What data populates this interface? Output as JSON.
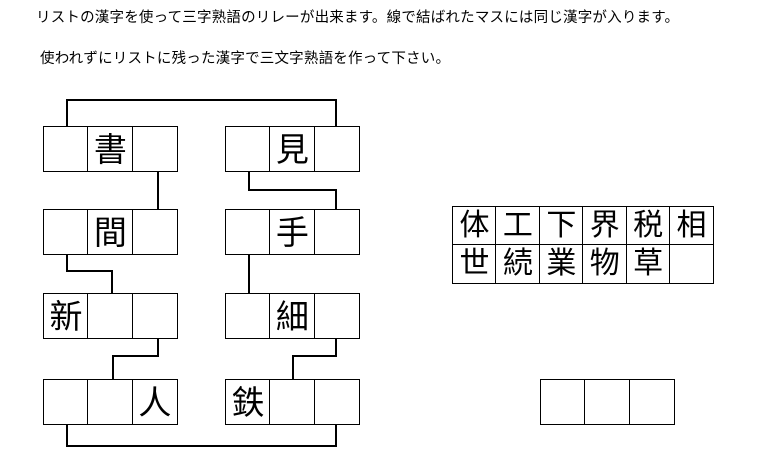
{
  "instructions": {
    "line1": "リストの漢字を使って三字熟語のリレーが出来ます。線で結ばれたマスには同じ漢字が入ります。",
    "line2": "使われずにリストに残った漢字で三文字熟語を作って下さい。"
  },
  "puzzle": {
    "left_column": {
      "rows": [
        {
          "name": "left-row-1",
          "cells": [
            "",
            "書",
            ""
          ]
        },
        {
          "name": "left-row-2",
          "cells": [
            "",
            "間",
            ""
          ]
        },
        {
          "name": "left-row-3",
          "cells": [
            "新",
            "",
            ""
          ]
        },
        {
          "name": "left-row-4",
          "cells": [
            "",
            "",
            "人"
          ]
        }
      ]
    },
    "right_column": {
      "rows": [
        {
          "name": "right-row-1",
          "cells": [
            "",
            "見",
            ""
          ]
        },
        {
          "name": "right-row-2",
          "cells": [
            "",
            "手",
            ""
          ]
        },
        {
          "name": "right-row-3",
          "cells": [
            "",
            "細",
            ""
          ]
        },
        {
          "name": "right-row-4",
          "cells": [
            "鉄",
            "",
            ""
          ]
        }
      ]
    }
  },
  "kanji_list": {
    "row1": [
      "体",
      "工",
      "下",
      "界",
      "税",
      "相"
    ],
    "row2": [
      "世",
      "続",
      "業",
      "物",
      "草",
      ""
    ]
  },
  "answer_box": {
    "cells": [
      "",
      "",
      ""
    ]
  },
  "colors": {
    "ink": "#000000",
    "paper": "#ffffff"
  }
}
